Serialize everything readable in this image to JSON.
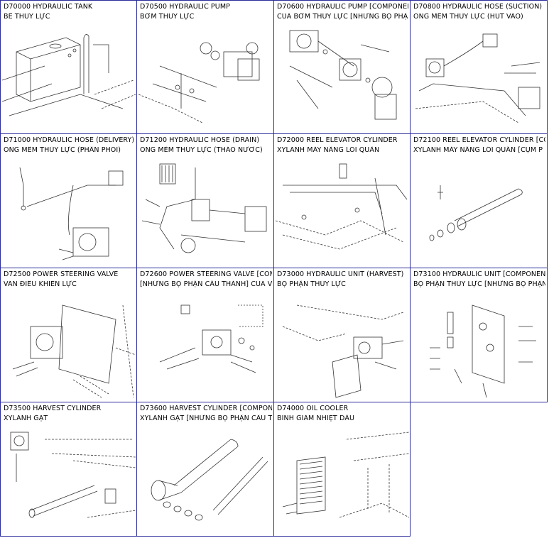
{
  "catalog": {
    "items": [
      {
        "code_title": "D70000 HYDRAULIC TANK",
        "vi_title": "BỂ THỦY LỰC"
      },
      {
        "code_title": "D70500 HYDRAULIC PUMP",
        "vi_title": "BƠM THỦY LỰC"
      },
      {
        "code_title": "D70600 HYDRAULIC PUMP [COMPONEN",
        "vi_title": "CỦA BƠM THỦY LỰC [NHỮNG BỘ PHẬ"
      },
      {
        "code_title": "D70800 HYDRAULIC HOSE (SUCTION)",
        "vi_title": "ỐNG MỀM THỦY LỰC (HÚT VÀO)"
      },
      {
        "code_title": "D71000 HYDRAULIC HOSE (DELIVERY)",
        "vi_title": "ỐNG MỀM THỦY LỰC (PHÂN PHỐI)"
      },
      {
        "code_title": "D71200 HYDRAULIC HOSE (DRAIN)",
        "vi_title": "ỐNG MỀM THỦY LỰC (THÁO NƯỚC)"
      },
      {
        "code_title": "D72000 REEL ELEVATOR CYLINDER",
        "vi_title": "XYLANH MÁY NÂNG LÕI QUẤN"
      },
      {
        "code_title": "D72100 REEL ELEVATOR CYLINDER [CO",
        "vi_title": "XYLANH MÁY NÂNG LÕI QUẤN [CỤM P"
      },
      {
        "code_title": "D72500 POWER STEERING VALVE",
        "vi_title": "VAN ĐIỀU KHIỂN LỰC"
      },
      {
        "code_title": "D72600 POWER STEERING VALVE [COM",
        "vi_title": "[NHỮNG BỘ PHẬN CẤU THÀNH] CỦA V"
      },
      {
        "code_title": "D73000 HYDRAULIC UNIT (HARVEST)",
        "vi_title": "BỘ PHẬN THỦY LỰC"
      },
      {
        "code_title": "D73100 HYDRAULIC UNIT [COMPONENT",
        "vi_title": "BỘ PHẬN THỦY LỰC [NHỮNG BỘ PHẬN"
      },
      {
        "code_title": "D73500 HARVEST CYLINDER",
        "vi_title": "XYLANH GẶT"
      },
      {
        "code_title": "D73600 HARVEST CYLINDER [COMPONE",
        "vi_title": "XYLANH GẶT [NHỮNG BỘ PHẬN CẤU T"
      },
      {
        "code_title": "D74000 OIL COOLER",
        "vi_title": "BÌNH GIẢM NHIỆT DẦU"
      }
    ]
  },
  "colors": {
    "border": "#2c2c9a",
    "text": "#000000",
    "line": "#333333"
  }
}
